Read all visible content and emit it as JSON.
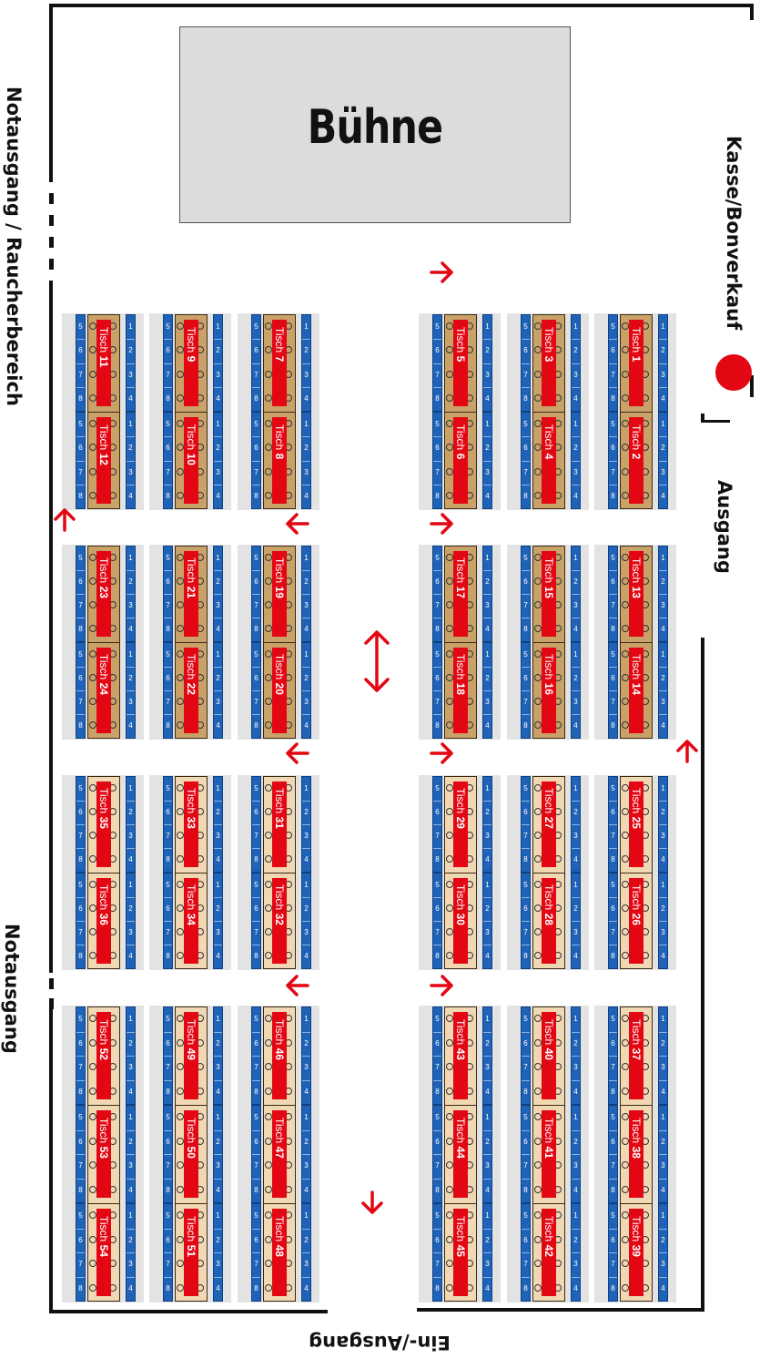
{
  "venue": {
    "stage_label": "Bühne",
    "labels": {
      "emergency_smoking": "Notausgang / Raucherbereich",
      "emergency": "Notausgang",
      "cashier": "Kasse/Bonverkauf",
      "exit": "Ausgang",
      "entrance": "Ein-/Ausgang"
    },
    "colors": {
      "accent_red": "#e30613",
      "seat_blue": "#1f63b8",
      "table_dark": "#c9a26a",
      "table_light": "#f1d8b5",
      "block_grey": "#e3e3e3",
      "stage_grey": "#dcdcdc"
    },
    "table_prefix": "Tisch",
    "seat_numbers": {
      "left_side": [
        "5",
        "6",
        "7",
        "8"
      ],
      "right_side": [
        "1",
        "2",
        "3",
        "4"
      ]
    },
    "rows": [
      {
        "tone": "dark",
        "columns": [
          [
            11,
            12
          ],
          [
            9,
            10
          ],
          [
            7,
            8
          ],
          [
            5,
            6
          ],
          [
            3,
            4
          ],
          [
            1,
            2
          ]
        ]
      },
      {
        "tone": "dark",
        "columns": [
          [
            23,
            24
          ],
          [
            21,
            22
          ],
          [
            19,
            20
          ],
          [
            17,
            18
          ],
          [
            15,
            16
          ],
          [
            13,
            14
          ]
        ]
      },
      {
        "tone": "light",
        "columns": [
          [
            35,
            36
          ],
          [
            33,
            34
          ],
          [
            31,
            32
          ],
          [
            29,
            30
          ],
          [
            27,
            28
          ],
          [
            25,
            26
          ]
        ]
      },
      {
        "tone": "light",
        "columns": [
          [
            52,
            53,
            54
          ],
          [
            49,
            50,
            51
          ],
          [
            46,
            47,
            48
          ],
          [
            43,
            44,
            45
          ],
          [
            40,
            41,
            42
          ],
          [
            37,
            38,
            39
          ]
        ]
      }
    ],
    "arrows": [
      {
        "dir": "right"
      },
      {
        "dir": "up"
      },
      {
        "dir": "left"
      },
      {
        "dir": "right"
      },
      {
        "dir": "updown"
      },
      {
        "dir": "left"
      },
      {
        "dir": "right"
      },
      {
        "dir": "up"
      },
      {
        "dir": "left"
      },
      {
        "dir": "right"
      },
      {
        "dir": "down"
      }
    ]
  }
}
